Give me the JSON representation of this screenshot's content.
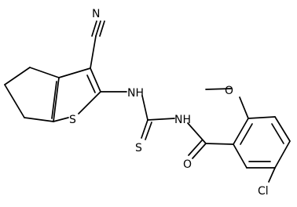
{
  "molecule": {
    "atoms": [
      {
        "id": "n_nitrile",
        "text": "N"
      },
      {
        "id": "s_thiophene",
        "text": "S"
      },
      {
        "id": "n_amine",
        "text": "NH"
      },
      {
        "id": "s_thiourea",
        "text": "S"
      },
      {
        "id": "n_amide",
        "text": "NH"
      },
      {
        "id": "o_carbonyl",
        "text": "O"
      },
      {
        "id": "o_methoxy",
        "text": "O"
      },
      {
        "id": "cl",
        "text": "Cl"
      }
    ]
  }
}
